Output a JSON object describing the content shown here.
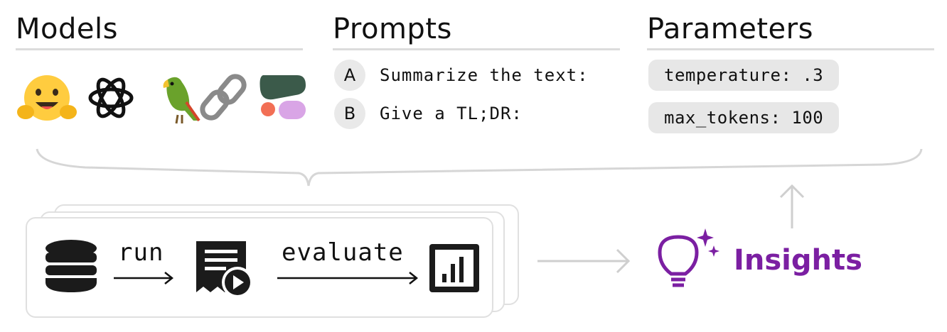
{
  "columns": {
    "models": {
      "title": "Models"
    },
    "prompts": {
      "title": "Prompts",
      "items": [
        {
          "letter": "A",
          "text": "Summarize the text:"
        },
        {
          "letter": "B",
          "text": "Give a TL;DR:"
        }
      ]
    },
    "parameters": {
      "title": "Parameters",
      "items": [
        {
          "text": "temperature: .3"
        },
        {
          "text": "max_tokens: 100"
        }
      ]
    }
  },
  "model_icons": [
    "hugging-face-icon",
    "openai-icon",
    "parrot-icon",
    "chain-link-icon",
    "cohere-icon"
  ],
  "pipeline": {
    "run_label": "run",
    "evaluate_label": "evaluate",
    "icons": [
      "database-icon",
      "results-document-icon",
      "play-icon",
      "bar-chart-icon"
    ]
  },
  "insights": {
    "label": "Insights",
    "icon": "lightbulb-sparkle-icon"
  },
  "colors": {
    "accent_purple": "#7b1fa2",
    "rule_gray": "#dcdcdc",
    "pill_gray": "#e7e7e7",
    "arrow_gray": "#cfcfcf",
    "cohere_dark": "#3b5a4a",
    "cohere_coral": "#f26f55",
    "cohere_lilac": "#d9a5e6",
    "hf_yellow": "#ffcc3f"
  }
}
